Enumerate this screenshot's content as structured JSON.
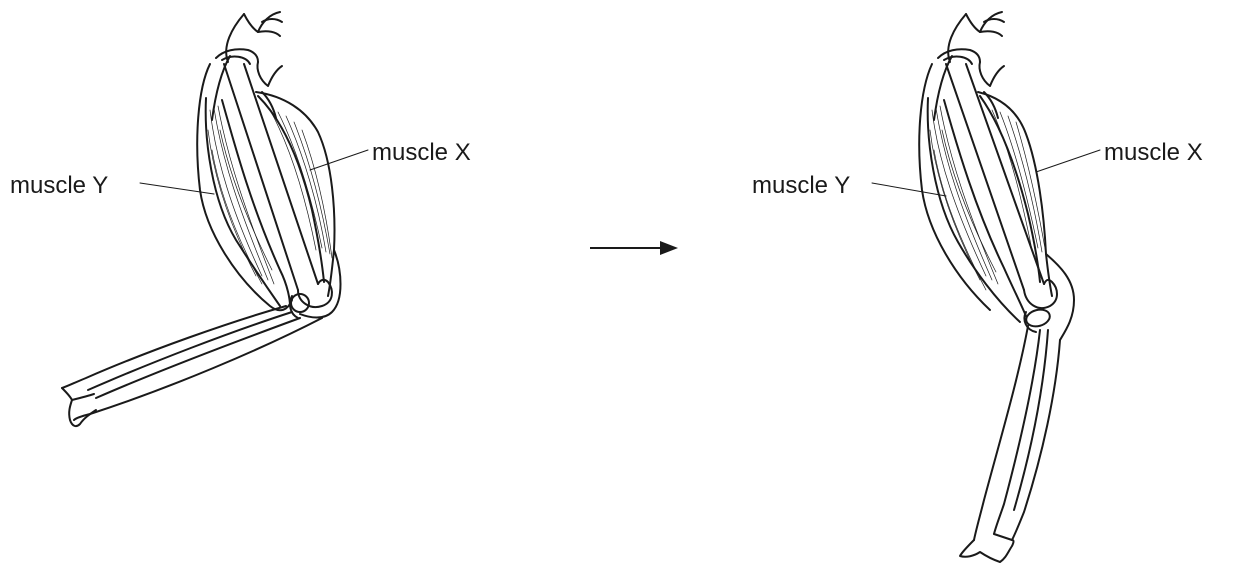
{
  "left_arm": {
    "label_x": "muscle X",
    "label_y": "muscle Y"
  },
  "right_arm": {
    "label_x": "muscle X",
    "label_y": "muscle Y"
  },
  "transition_arrow": {
    "icon": "right-arrow-icon"
  }
}
